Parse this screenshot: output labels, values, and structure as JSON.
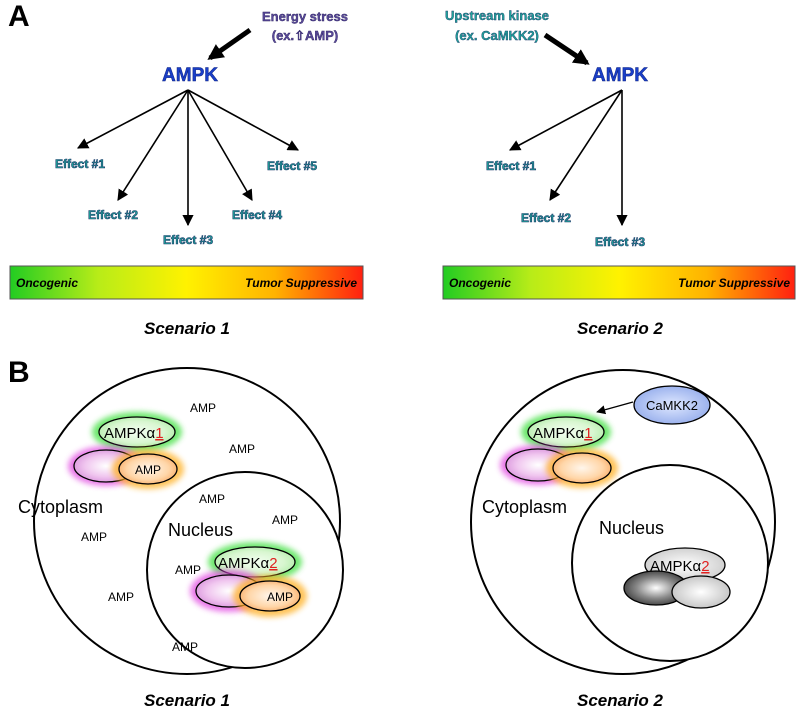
{
  "panel_a": {
    "letter": "A",
    "scenario1": {
      "stimulus_line1": "Energy stress",
      "stimulus_line2": "(ex.⇧AMP)",
      "ampk": "AMPK",
      "effects": [
        "Effect #1",
        "Effect #2",
        "Effect #3",
        "Effect #4",
        "Effect #5"
      ],
      "bar_left": "Oncogenic",
      "bar_right": "Tumor Suppressive",
      "caption": "Scenario 1"
    },
    "scenario2": {
      "stimulus_line1": "Upstream kinase",
      "stimulus_line2": "(ex. CaMKK2)",
      "ampk": "AMPK",
      "effects": [
        "Effect #1",
        "Effect #2",
        "Effect #3"
      ],
      "bar_left": "Oncogenic",
      "bar_right": "Tumor Suppressive",
      "caption": "Scenario 2"
    }
  },
  "panel_b": {
    "letter": "B",
    "scenario1": {
      "cytoplasm": "Cytoplasm",
      "nucleus": "Nucleus",
      "ampk_a1": "AMPKα",
      "ampk_a1_num": "1",
      "ampk_a2": "AMPKα",
      "ampk_a2_num": "2",
      "amp": "AMP",
      "caption": "Scenario 1"
    },
    "scenario2": {
      "cytoplasm": "Cytoplasm",
      "nucleus": "Nucleus",
      "ampk_a1": "AMPKα",
      "ampk_a1_num": "1",
      "ampk_a2": "AMPKα",
      "ampk_a2_num": "2",
      "camkk2": "CaMKK2",
      "caption": "Scenario 2"
    }
  },
  "colors": {
    "ampk_text": "#1a3fc8",
    "effect_text": "#1fa39a",
    "scenario1_stimulus": "#5a4a9a",
    "scenario2_stimulus": "#1fa39a",
    "alpha_glow": "#3fe03f",
    "beta_glow": "#e040e0",
    "gamma_glow": "#ffb020",
    "camkk2_fill": "#9fb8f0",
    "red_number": "#e02020",
    "gradient": [
      "#2bd12b",
      "#c8ef1a",
      "#fff200",
      "#ffb300",
      "#ff2a1a"
    ]
  }
}
